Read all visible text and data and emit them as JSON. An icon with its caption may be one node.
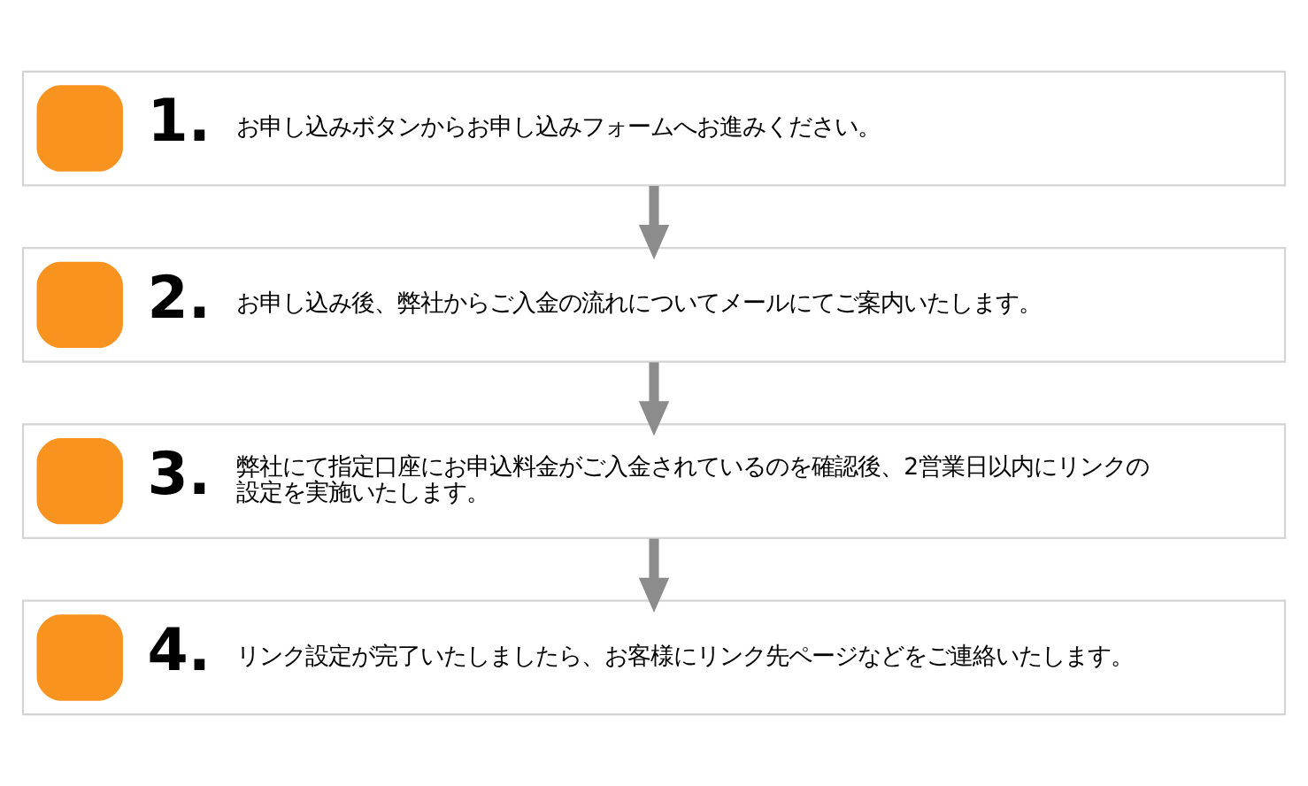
{
  "diagram": {
    "nodes": [
      {
        "text": [
          "1.",
          "お申し込みボタンからお申し込みフォームへお進みください。"
        ]
      },
      {
        "text": [
          "2.",
          "お申し込み後、弊社からご入金の流れについてメールにてご案内いたします。"
        ]
      },
      {
        "text": [
          "3.",
          "弊社にて指定口座にお申込料金がご入金されているのを確認後、2営業日以内にリンクの設定を実施いたします。"
        ]
      },
      {
        "text": [
          "4.",
          "リンク設定が完了いたしましたら、お客様にリンク先ページなどをご連絡いたします。"
        ]
      }
    ],
    "edges": [
      {
        "from": 0,
        "to": 1,
        "arrow": "to"
      },
      {
        "from": 1,
        "to": 2,
        "arrow": "to"
      },
      {
        "from": 2,
        "to": 3,
        "arrow": "to"
      }
    ]
  }
}
